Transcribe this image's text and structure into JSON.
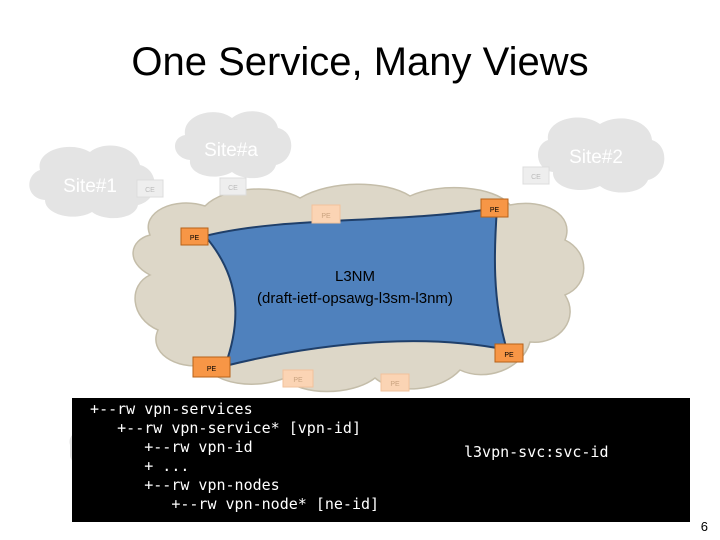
{
  "slide": {
    "title": "One Service, Many Views",
    "page_number": "6"
  },
  "sites": {
    "site1": "Site#1",
    "site_a": "Site#a",
    "site2": "Site#2"
  },
  "nodes": {
    "ce": "CE",
    "pe": "PE"
  },
  "l3nm": {
    "line1": "L3NM",
    "line2": "(draft-ietf-opsawg-l3sm-l3nm)"
  },
  "code": {
    "lines": [
      "  +--rw vpn-services",
      "     +--rw vpn-service* [vpn-id]",
      "        +--rw vpn-id",
      "        + ...",
      "        +--rw vpn-nodes",
      "           +--rw vpn-node* [ne-id]"
    ],
    "annotation": "l3vpn-svc:svc-id"
  },
  "colors": {
    "cloud": "#ddd7c8",
    "cloud_edge": "#c4bda9",
    "faded_cloud": "#e4e4e4",
    "l3nm_fill": "#4f81bd",
    "l3nm_edge": "#1f3f6a",
    "pe_active": "#f79646",
    "pe_faded": "#fbd4b4",
    "code_bg": "#000000"
  }
}
